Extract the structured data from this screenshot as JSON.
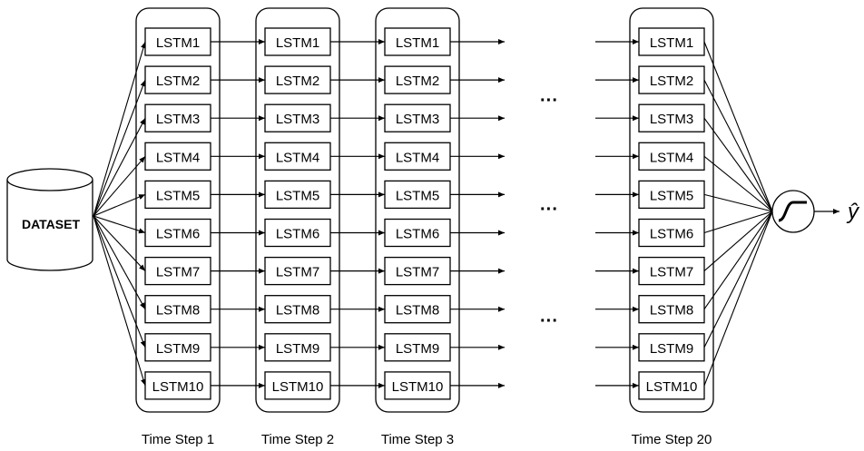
{
  "dataset_label": "DATASET",
  "lstm_labels": [
    "LSTM1",
    "LSTM2",
    "LSTM3",
    "LSTM4",
    "LSTM5",
    "LSTM6",
    "LSTM7",
    "LSTM8",
    "LSTM9",
    "LSTM10"
  ],
  "time_steps": [
    {
      "label": "Time Step 1"
    },
    {
      "label": "Time Step 2"
    },
    {
      "label": "Time Step 3"
    },
    {
      "label": "Time Step 20"
    }
  ],
  "ellipsis": "···",
  "output_symbol": "ŷ",
  "activation_icon": "sigmoid-icon",
  "colors": {
    "line": "#000000",
    "background": "#ffffff",
    "text": "#000000"
  }
}
